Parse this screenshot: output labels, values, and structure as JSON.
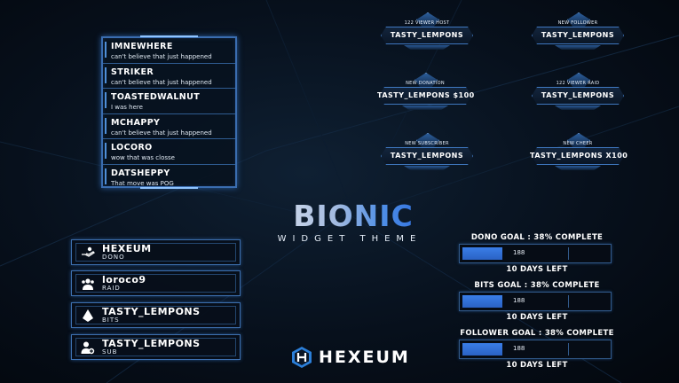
{
  "chat": {
    "messages": [
      {
        "user": "IMNEWHERE",
        "text": "can't believe that just happened"
      },
      {
        "user": "STRIKER",
        "text": "can't believe that just happened"
      },
      {
        "user": "TOASTEDWALNUT",
        "text": "I was here"
      },
      {
        "user": "MCHAPPY",
        "text": "can't believe that just happened"
      },
      {
        "user": "LOCORO",
        "text": "wow that was closse"
      },
      {
        "user": "DATSHEPPY",
        "text": "That move was POG"
      }
    ]
  },
  "alerts": [
    {
      "type": "122 VIEWER HOST",
      "name": "TASTY_LEMPONS"
    },
    {
      "type": "NEW FOLLOWER",
      "name": "TASTY_LEMPONS"
    },
    {
      "type": "NEW DONATION",
      "name": "TASTY_LEMPONS $100"
    },
    {
      "type": "122 VIEWER RAID",
      "name": "TASTY_LEMPONS"
    },
    {
      "type": "NEW SUBSCRIBER",
      "name": "TASTY_LEMPONS"
    },
    {
      "type": "NEW CHEER",
      "name": "TASTY_LEMPONS X100"
    }
  ],
  "title": {
    "main": "BIONIC",
    "sub": "WIDGET THEME"
  },
  "events": [
    {
      "name": "HEXEUM",
      "type": "DONO",
      "icon": "donation-hand-icon"
    },
    {
      "name": "loroco9",
      "type": "RAID",
      "icon": "raid-group-icon"
    },
    {
      "name": "TASTY_LEMPONS",
      "type": "BITS",
      "icon": "bits-gem-icon"
    },
    {
      "name": "TASTY_LEMPONS",
      "type": "SUB",
      "icon": "subscriber-add-icon"
    }
  ],
  "goals": [
    {
      "title": "DONO GOAL : 38% COMPLETE",
      "progress": 0.38,
      "target": "188",
      "days_left": "10 DAYS LEFT"
    },
    {
      "title": "BITS GOAL : 38% COMPLETE",
      "progress": 0.38,
      "target": "188",
      "days_left": "10 DAYS LEFT"
    },
    {
      "title": "FOLLOWER GOAL : 38% COMPLETE",
      "progress": 0.38,
      "target": "188",
      "days_left": "10 DAYS LEFT"
    }
  ],
  "brand": {
    "name": "HEXEUM",
    "logo_icon": "hexeum-hex-icon",
    "accent": "#3a7ee8",
    "frame": "#3d6fae"
  }
}
